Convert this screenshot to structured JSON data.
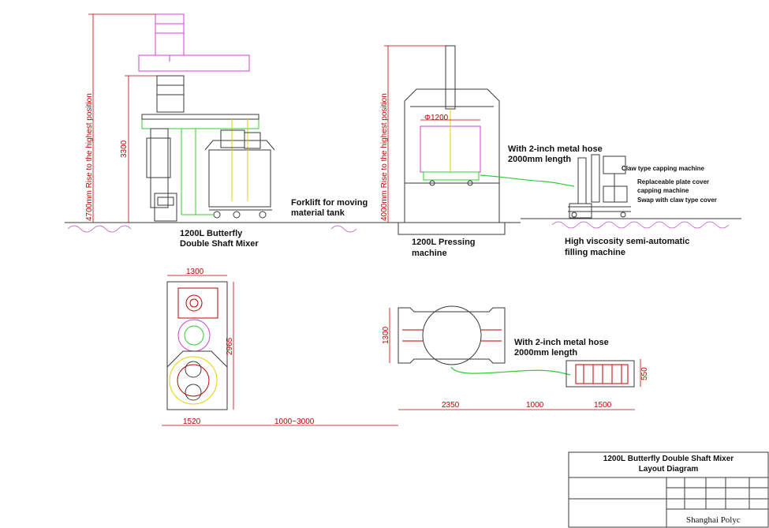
{
  "side_view": {
    "mixer": {
      "name_line1": "1200L Butterfly",
      "name_line2": "Double Shaft Mixer",
      "rise_label": "4700mm Rise to the highest position",
      "height_dim": "3300"
    },
    "forklift": {
      "line1": "Forklift for moving",
      "line2": "material tank"
    },
    "press": {
      "name_line1": "1200L Pressing",
      "name_line2": "machine",
      "rise_label": "4000mm Rise to the highest position",
      "diameter_dim": "Φ1200"
    },
    "hose": {
      "line1": "With 2-inch metal hose",
      "line2": "2000mm length"
    },
    "filler": {
      "name_line1": "High viscosity semi-automatic",
      "name_line2": "filling machine",
      "note1": "Claw type capping machine",
      "note2": "Replaceable plate cover",
      "note3": "capping machine",
      "note4": "Swap with claw type cover"
    }
  },
  "plan_view": {
    "mixer_width": "1300",
    "mixer_length": "2965",
    "mixer_base": "1520",
    "gap": "1000~3000",
    "press_depth": "1300",
    "press_width": "2350",
    "hose_gap": "1000",
    "filler_length": "1500",
    "filler_depth": "550",
    "hose_line1": "With 2-inch metal hose",
    "hose_line2": "2000mm length"
  },
  "title_block": {
    "title_line1": "1200L Butterfly Double Shaft Mixer",
    "title_line2": "Layout Diagram",
    "company": "Shanghai Polyc"
  },
  "colors": {
    "equipment": "#3a3a3a",
    "dimension": "#c00000",
    "hose": "#33cc33",
    "magenta": "#d040d0",
    "yellow": "#e6d000",
    "hatch": "#c050c0"
  }
}
